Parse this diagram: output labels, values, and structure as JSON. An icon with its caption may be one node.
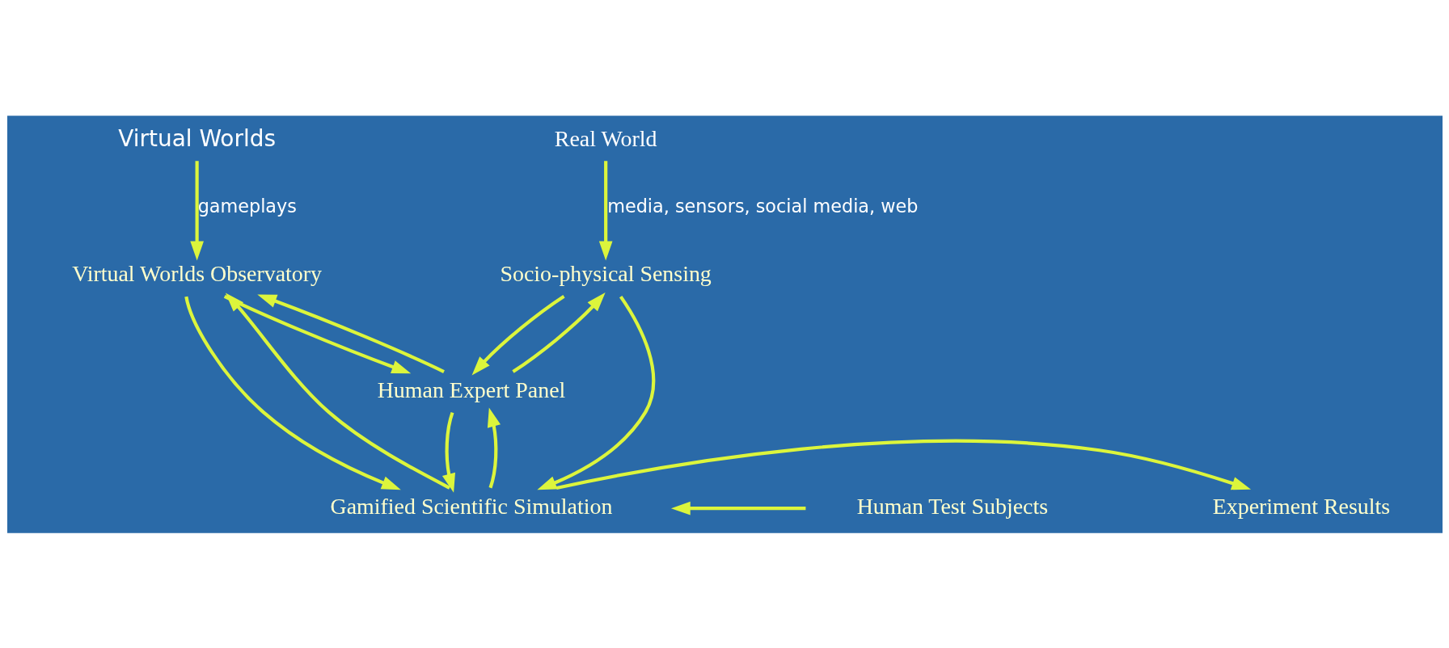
{
  "diagram": {
    "nodes": [
      {
        "text": [
          "Virtual Worlds"
        ]
      },
      {
        "text": [
          "Real World"
        ]
      },
      {
        "text": [
          "Virtual Worlds Observatory"
        ]
      },
      {
        "text": [
          "Socio-physical Sensing"
        ]
      },
      {
        "text": [
          "Human Expert Panel"
        ]
      },
      {
        "text": [
          "Gamified Scientific Simulation"
        ]
      },
      {
        "text": [
          "Experiment Results"
        ]
      },
      {
        "text": [
          "Human Test Subjects"
        ]
      }
    ],
    "edges": [
      {
        "from": 0,
        "to": 2,
        "arrow": "to",
        "label": "gameplays"
      },
      {
        "from": 1,
        "to": 3,
        "arrow": "to",
        "label": "media, sensors, social media, web"
      },
      {
        "from": 4,
        "to": 2,
        "arrow": "to"
      },
      {
        "from": 2,
        "to": 4,
        "arrow": "to"
      },
      {
        "from": 3,
        "to": 4,
        "arrow": "to"
      },
      {
        "from": 4,
        "to": 3,
        "arrow": "to"
      },
      {
        "from": 2,
        "to": 5,
        "arrow": "to"
      },
      {
        "from": 5,
        "to": 2,
        "arrow": "to"
      },
      {
        "from": 3,
        "to": 5,
        "arrow": "to"
      },
      {
        "from": 4,
        "to": 5,
        "arrow": "to"
      },
      {
        "from": 5,
        "to": 4,
        "arrow": "to"
      },
      {
        "from": 5,
        "to": 6,
        "arrow": "to"
      },
      {
        "from": 7,
        "to": 5,
        "arrow": "to"
      }
    ]
  }
}
